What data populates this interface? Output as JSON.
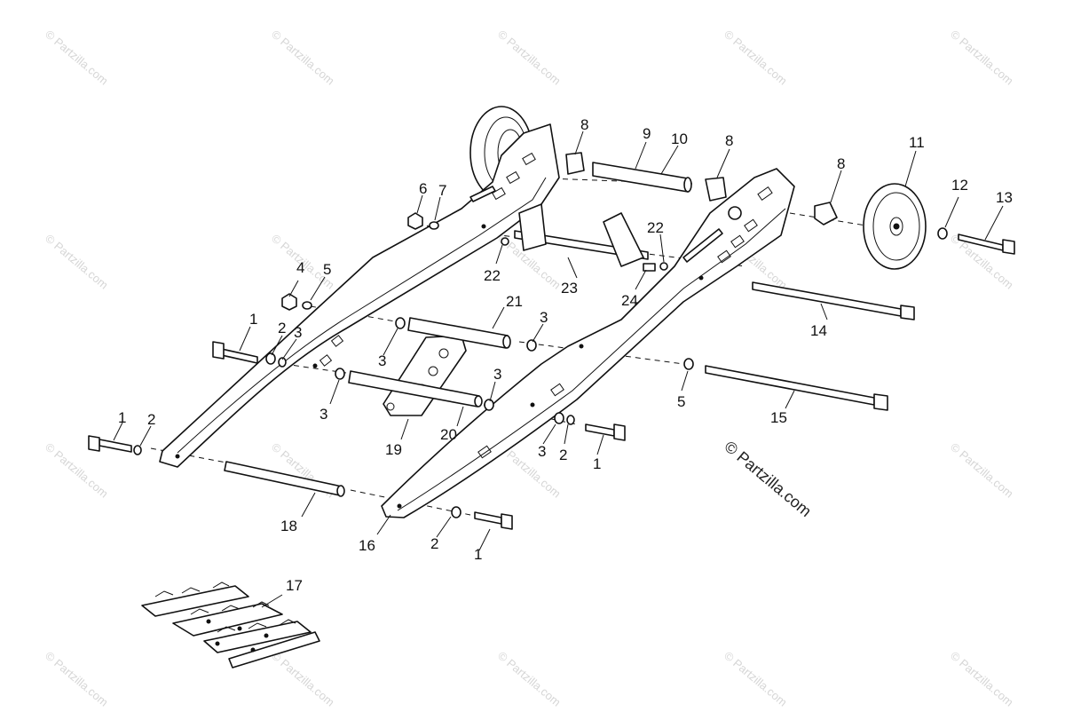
{
  "watermark": {
    "text": "© Partzilla.com"
  },
  "copyright": {
    "text": "© Partzilla.com"
  },
  "callouts": {
    "c1a": "1",
    "c2a": "2",
    "c3a": "3",
    "c1b": "1",
    "c2b": "2",
    "c1c": "1",
    "c2c": "2",
    "c3c": "3",
    "c1d": "1",
    "c2d": "2",
    "c3d": "3",
    "c3e": "3",
    "c3f": "3",
    "c3g": "3",
    "c4": "4",
    "c5a": "5",
    "c5b": "5",
    "c6": "6",
    "c7": "7",
    "c8a": "8",
    "c8b": "8",
    "c8c": "8",
    "c9": "9",
    "c10": "10",
    "c11": "11",
    "c12": "12",
    "c13": "13",
    "c14": "14",
    "c15": "15",
    "c16": "16",
    "c17": "17",
    "c18": "18",
    "c19": "19",
    "c20": "20",
    "c21": "21",
    "c22a": "22",
    "c22b": "22",
    "c23": "23",
    "c24": "24"
  }
}
